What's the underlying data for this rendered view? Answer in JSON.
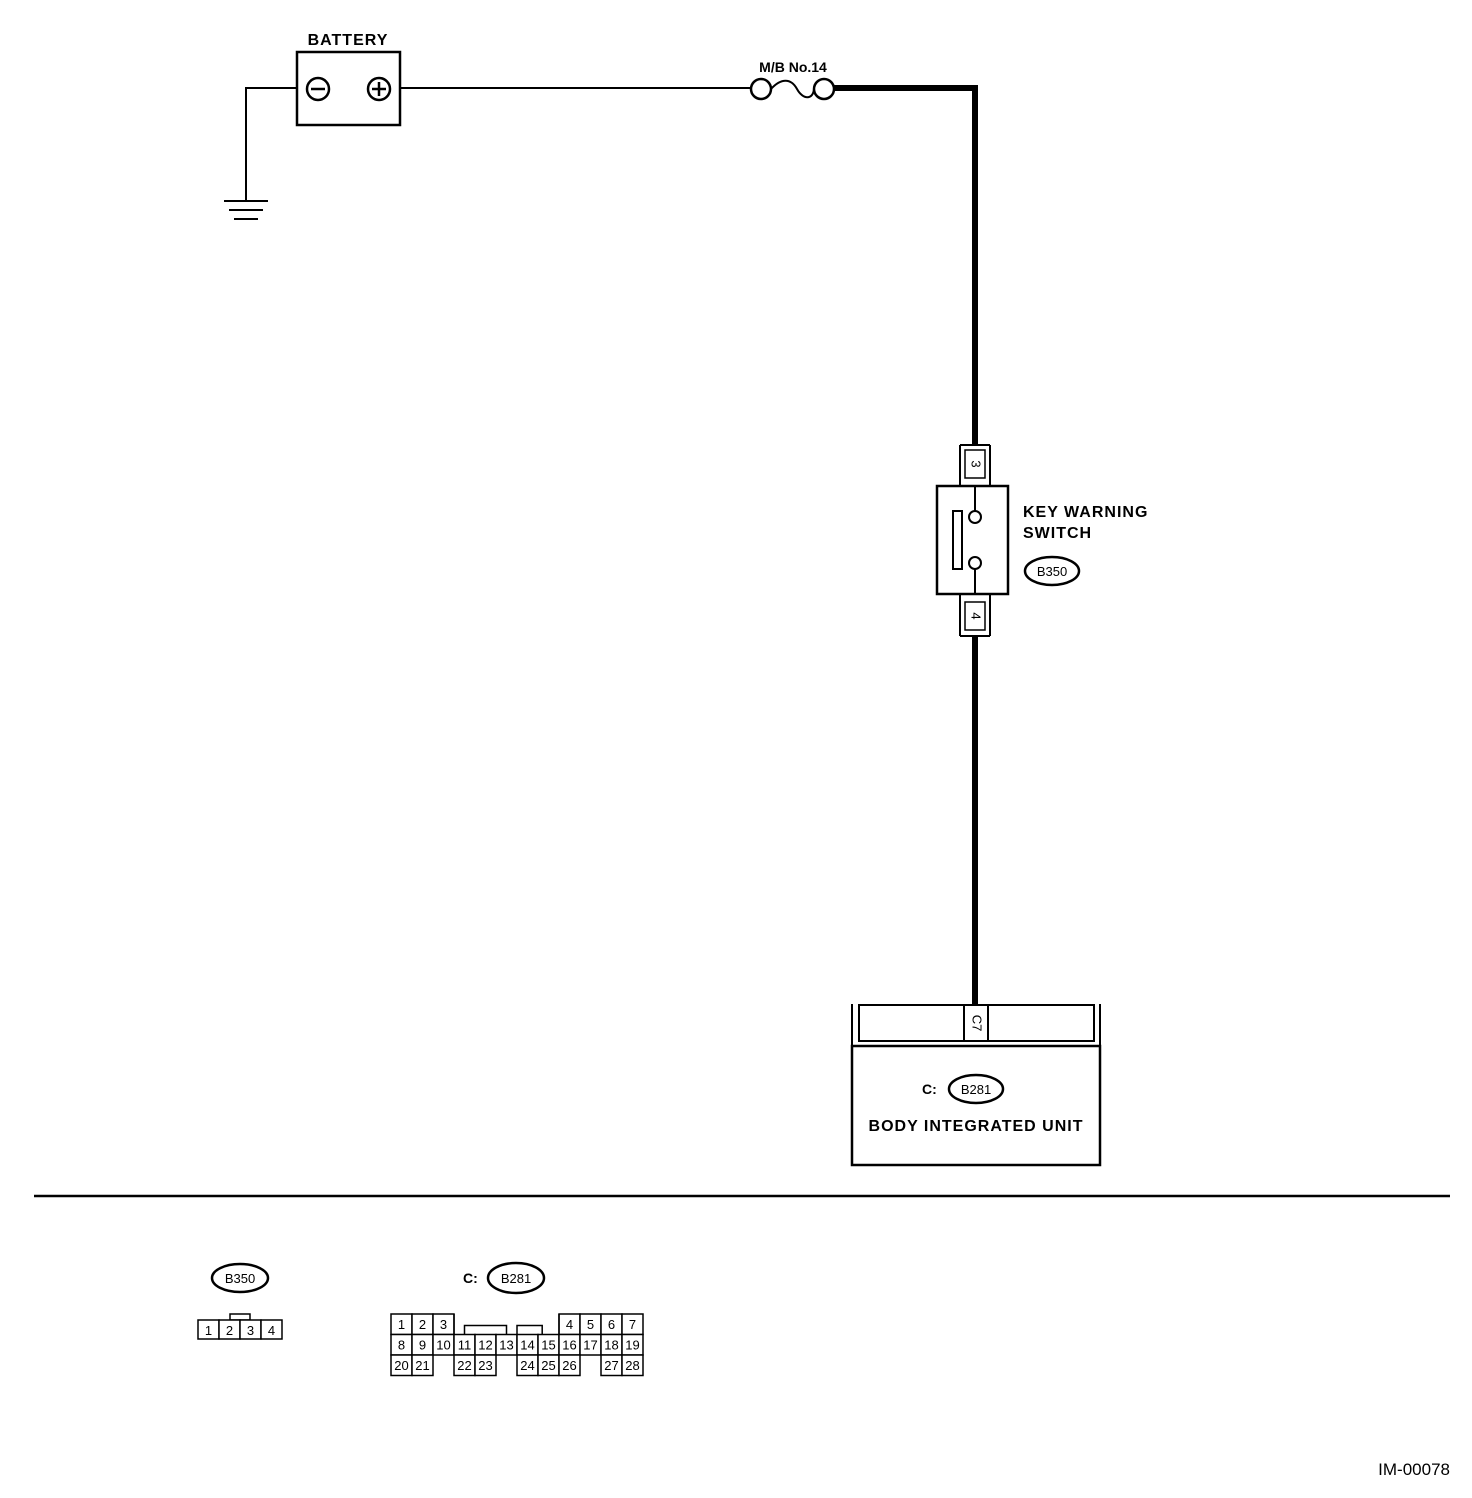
{
  "battery": {
    "label": "BATTERY",
    "negative_symbol": "⊖",
    "positive_symbol": "⊕"
  },
  "fuse": {
    "label": "M/B No.14"
  },
  "key_warning_switch": {
    "label_line1": "KEY WARNING",
    "label_line2": "SWITCH",
    "connector": "B350",
    "pin_top": "3",
    "pin_bottom": "4"
  },
  "body_integrated_unit": {
    "label": "BODY INTEGRATED UNIT",
    "connector_prefix": "C:",
    "connector": "B281",
    "pin": "C7"
  },
  "legend": {
    "b350": {
      "label": "B350",
      "pins": [
        "1",
        "2",
        "3",
        "4"
      ]
    },
    "b281": {
      "prefix": "C:",
      "label": "B281",
      "rows": [
        [
          "1",
          "2",
          "3",
          "",
          "",
          "",
          "",
          "",
          "4",
          "5",
          "6",
          "7"
        ],
        [
          "8",
          "9",
          "10",
          "11",
          "12",
          "13",
          "14",
          "15",
          "16",
          "17",
          "18",
          "19"
        ],
        [
          "20",
          "21",
          "",
          "22",
          "23",
          "",
          "24",
          "25",
          "26",
          "",
          "27",
          "28"
        ]
      ]
    }
  },
  "figure_id": "IM-00078"
}
